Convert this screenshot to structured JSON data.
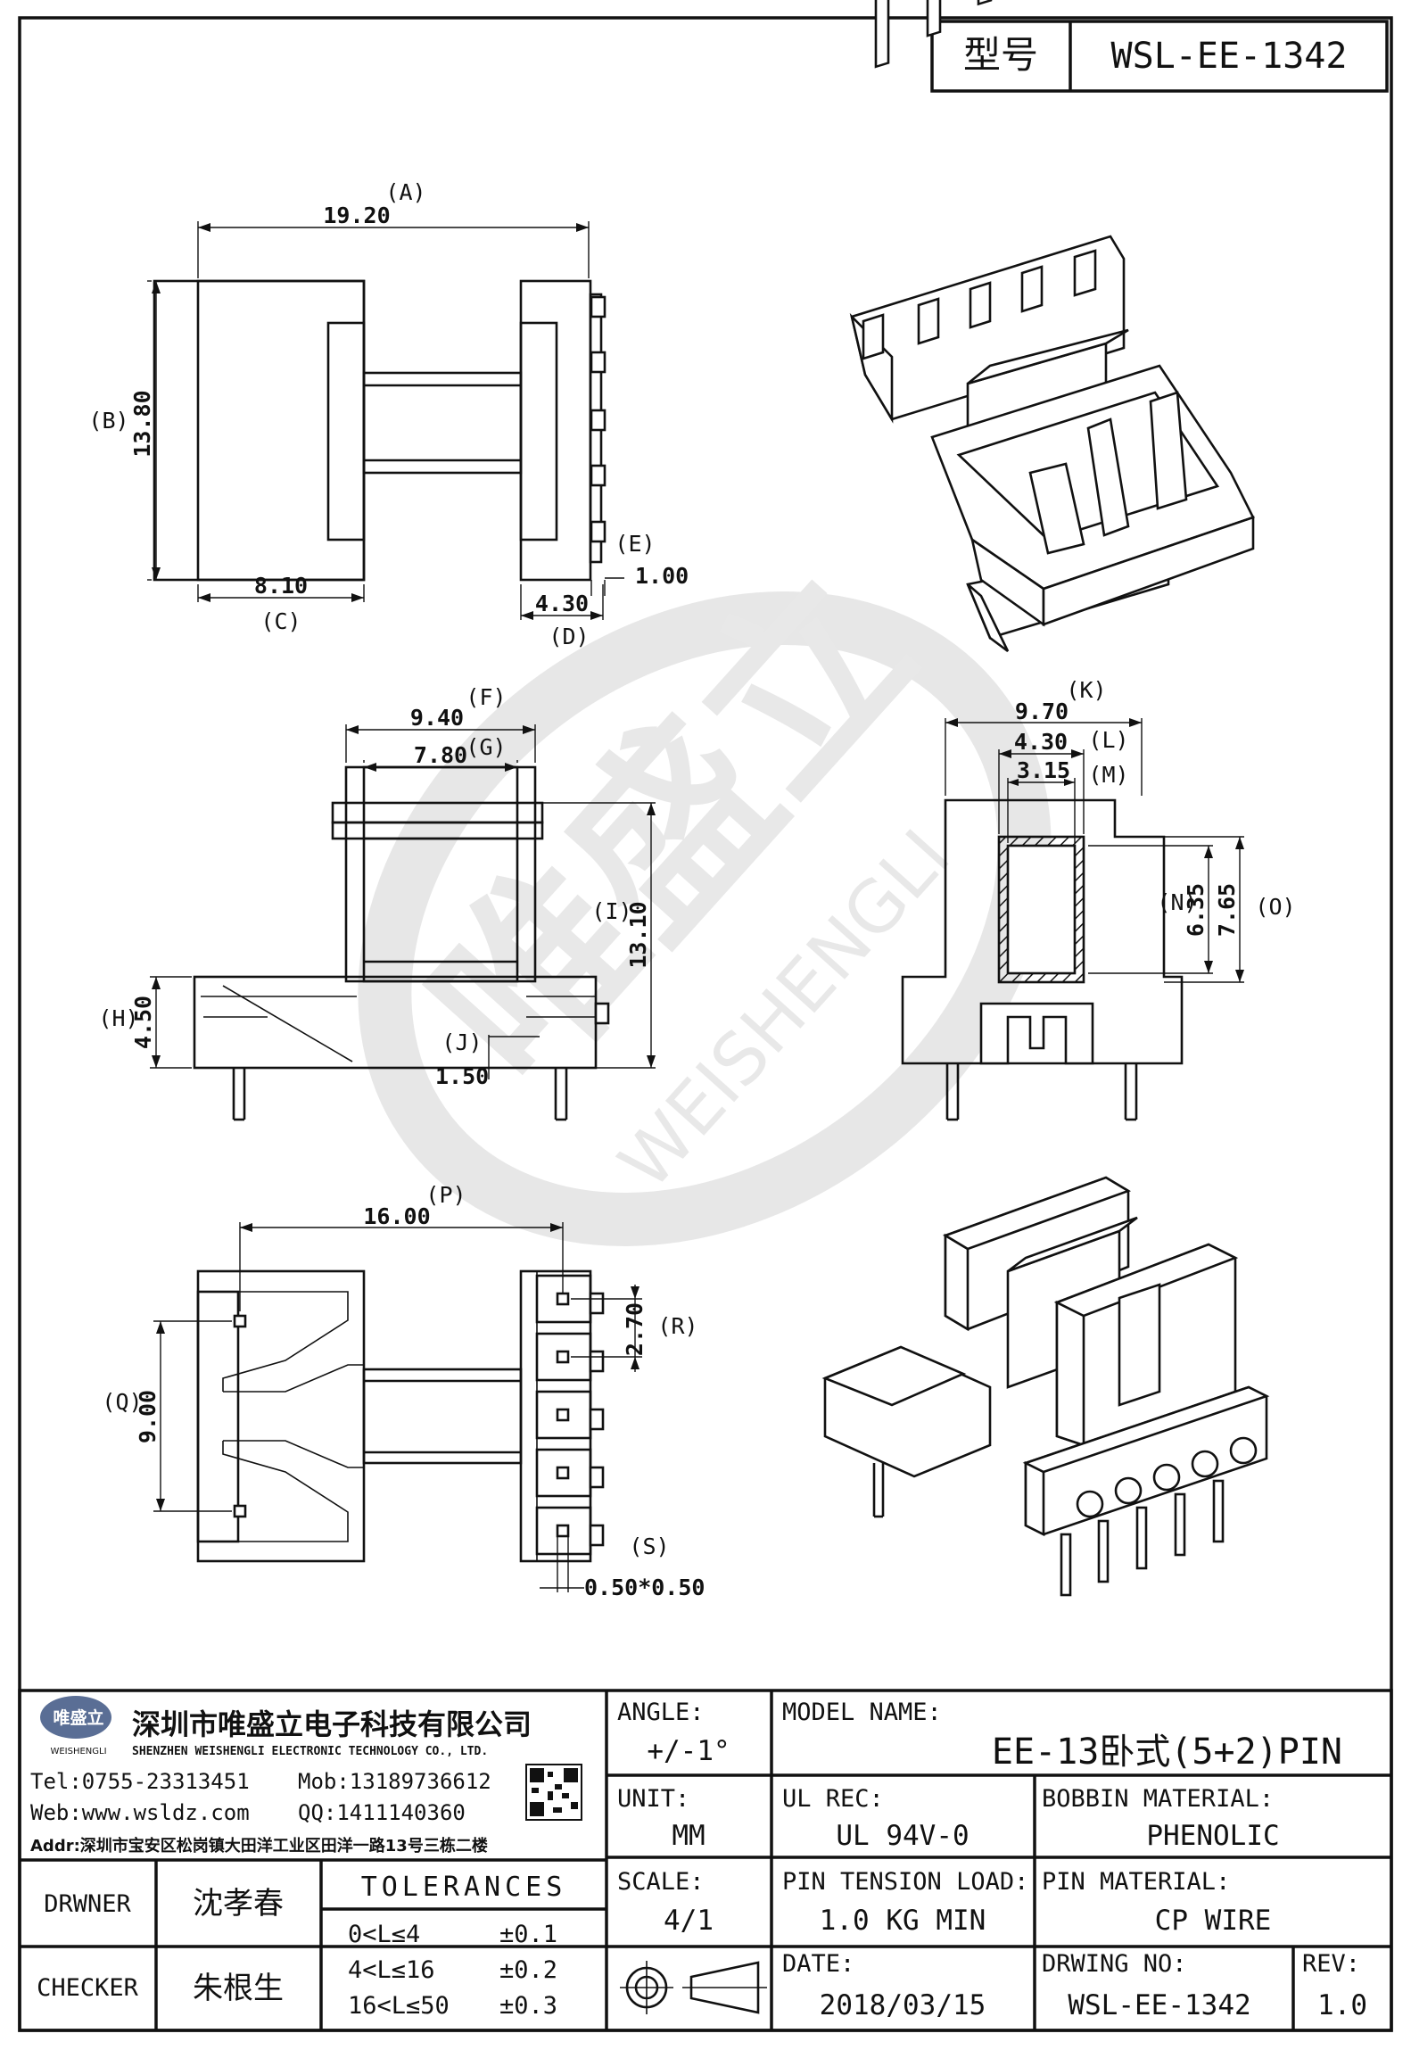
{
  "header": {
    "type_label": "型号",
    "model_code": "WSL-EE-1342"
  },
  "top_view": {
    "dim_A_label": "(A)",
    "dim_A": "19.20",
    "dim_B_label": "(B)",
    "dim_B": "13.80",
    "dim_C_label": "(C)",
    "dim_C": "8.10",
    "dim_D_label": "(D)",
    "dim_D": "4.30",
    "dim_E_label": "(E)",
    "dim_E": "1.00"
  },
  "front_view": {
    "dim_F_label": "(F)",
    "dim_F": "9.40",
    "dim_G_label": "(G)",
    "dim_G": "7.80",
    "dim_H_label": "(H)",
    "dim_H": "4.50",
    "dim_I_label": "(I)",
    "dim_I": "13.10",
    "dim_J_label": "(J)",
    "dim_J": "1.50"
  },
  "side_view": {
    "dim_K_label": "(K)",
    "dim_K": "9.70",
    "dim_L_label": "(L)",
    "dim_L": "4.30",
    "dim_M_label": "(M)",
    "dim_M": "3.15",
    "dim_N_label": "(N)",
    "dim_N": "6.35",
    "dim_O_label": "(O)",
    "dim_O": "7.65"
  },
  "bottom_view": {
    "dim_P_label": "(P)",
    "dim_P": "16.00",
    "dim_Q_label": "(Q)",
    "dim_Q": "9.00",
    "dim_R_label": "(R)",
    "dim_R": "2.70",
    "dim_S_label": "(S)",
    "dim_S": "0.50*0.50"
  },
  "watermark": {
    "cn": "唯盛立",
    "en": "WEISHENGLI"
  },
  "company": {
    "logo_text": "唯盛立",
    "logo_sub": "WEISHENGLI",
    "name_cn": "深圳市唯盛立电子科技有限公司",
    "name_en": "SHENZHEN WEISHENGLI ELECTRONIC TECHNOLOGY CO., LTD.",
    "tel": "Tel:0755-23313451",
    "mob": "Mob:13189736612",
    "web": "Web:www.wsldz.com",
    "qq": "QQ:1411140360",
    "addr": "Addr:深圳市宝安区松岗镇大田洋工业区田洋一路13号三栋二楼"
  },
  "title_block": {
    "angle_label": "ANGLE:",
    "angle_value": "+/-1°",
    "model_name_label": "MODEL NAME:",
    "model_name_value": "EE-13卧式(5+2)PIN",
    "unit_label": "UNIT:",
    "unit_value": "MM",
    "ul_rec_label": "UL REC:",
    "ul_rec_value": "UL 94V-0",
    "bobbin_material_label": "BOBBIN MATERIAL:",
    "bobbin_material_value": "PHENOLIC",
    "scale_label": "SCALE:",
    "scale_value": "4/1",
    "pin_tension_label": "PIN TENSION LOAD:",
    "pin_tension_value": "1.0 KG MIN",
    "pin_material_label": "PIN MATERIAL:",
    "pin_material_value": "CP WIRE",
    "date_label": "DATE:",
    "date_value": "2018/03/15",
    "drawing_no_label": "DRWING NO:",
    "drawing_no_value": "WSL-EE-1342",
    "rev_label": "REV:",
    "rev_value": "1.0",
    "drawer_label": "DRWNER",
    "drawer_value": "沈孝春",
    "checker_label": "CHECKER",
    "checker_value": "朱根生",
    "tolerances_label": "TOLERANCES",
    "tolerances": [
      {
        "range": "0<L≤4",
        "value": "±0.1"
      },
      {
        "range": "4<L≤16",
        "value": "±0.2"
      },
      {
        "range": "16<L≤50",
        "value": "±0.3"
      }
    ]
  }
}
